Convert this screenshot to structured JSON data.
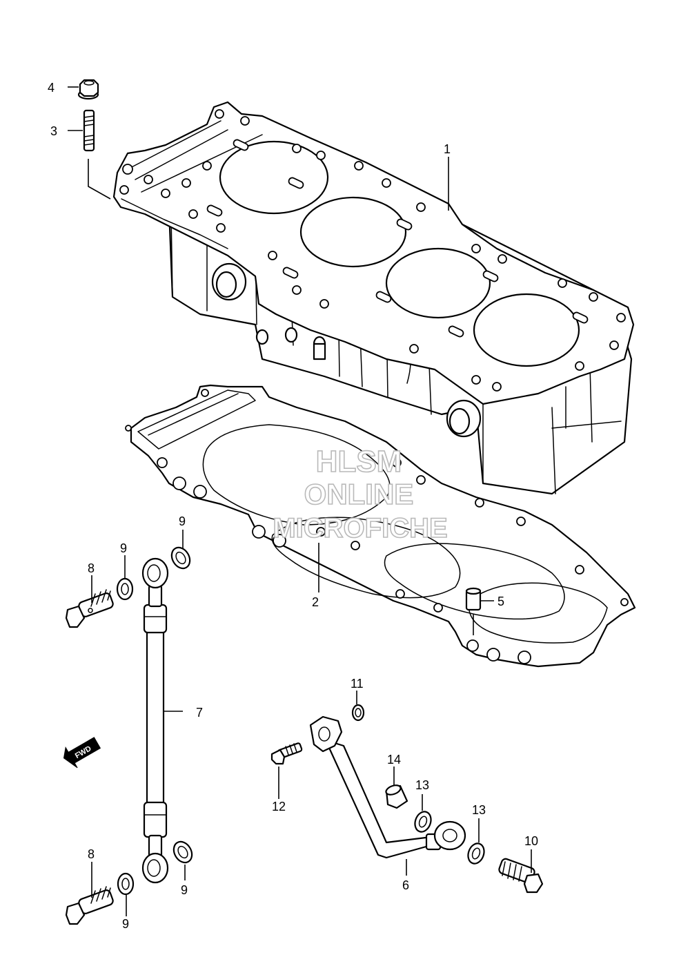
{
  "watermark": {
    "line1": "HLSM",
    "line2": "ONLINE",
    "line3": "MICROFICHE",
    "stroke_color": "#b9b9b9"
  },
  "direction_badge": {
    "label": "FWD",
    "icon": "forward-arrow-icon"
  },
  "callouts": {
    "c1": "1",
    "c2": "2",
    "c3": "3",
    "c4": "4",
    "c5": "5",
    "c6": "6",
    "c7": "7",
    "c8a": "8",
    "c8b": "8",
    "c9a": "9",
    "c9b": "9",
    "c9c": "9",
    "c9d": "9",
    "c10": "10",
    "c11": "11",
    "c12": "12",
    "c13a": "13",
    "c13b": "13",
    "c14": "14"
  },
  "colors": {
    "line": "#000000",
    "background": "#ffffff"
  }
}
